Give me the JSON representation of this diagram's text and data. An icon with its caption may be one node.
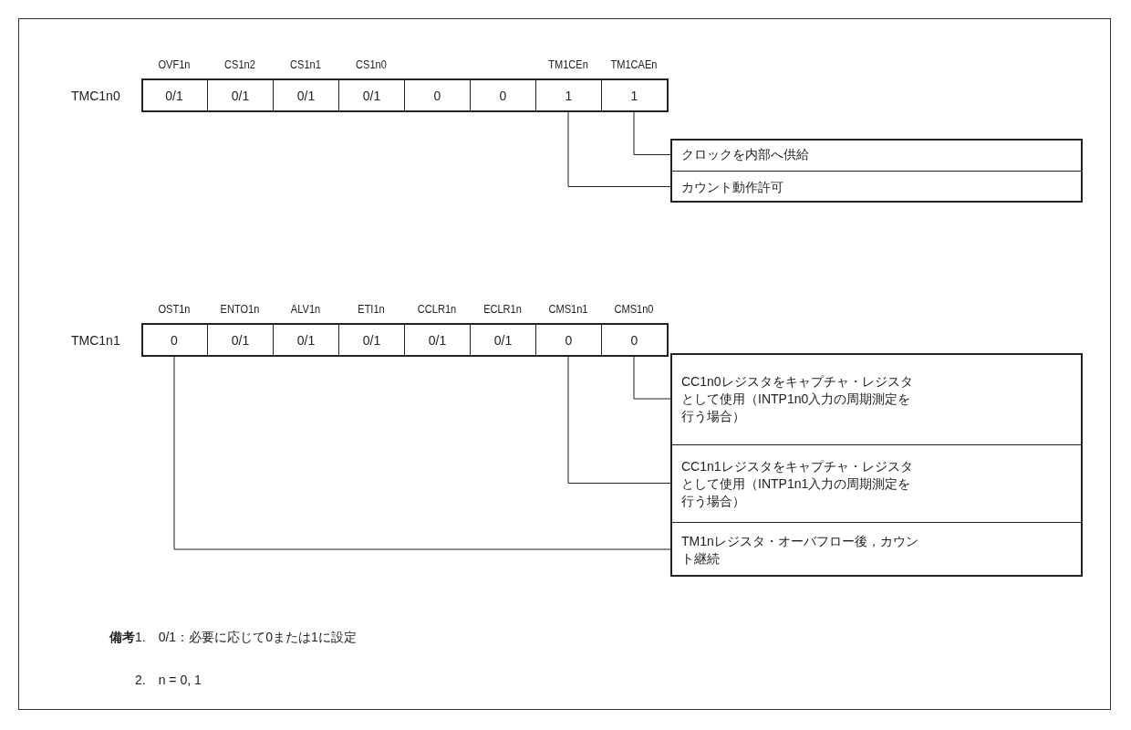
{
  "diagram": {
    "nodes": [
      {
        "text": [
          "TMC1n0"
        ]
      },
      {
        "text": [
          "0/1"
        ],
        "in": 0,
        "beside": [
          "OVF1n"
        ]
      },
      {
        "text": [
          "0/1"
        ],
        "in": 0,
        "beside": [
          "CS1n2"
        ]
      },
      {
        "text": [
          "0/1"
        ],
        "in": 0,
        "beside": [
          "CS1n1"
        ]
      },
      {
        "text": [
          "0/1"
        ],
        "in": 0,
        "beside": [
          "CS1n0"
        ]
      },
      {
        "text": [
          "0"
        ],
        "in": 0
      },
      {
        "text": [
          "0"
        ],
        "in": 0
      },
      {
        "text": [
          "1"
        ],
        "in": 0,
        "beside": [
          "TM1CEn"
        ]
      },
      {
        "text": [
          "1"
        ],
        "in": 0,
        "beside": [
          "TM1CAEn"
        ]
      },
      {
        "text": [
          "クロックを内部へ供給"
        ]
      },
      {
        "text": [
          "カウント動作許可"
        ]
      },
      {
        "text": [
          "TMC1n1"
        ]
      },
      {
        "text": [
          "0"
        ],
        "in": 11,
        "beside": [
          "OST1n"
        ]
      },
      {
        "text": [
          "0/1"
        ],
        "in": 11,
        "beside": [
          "ENTO1n"
        ]
      },
      {
        "text": [
          "0/1"
        ],
        "in": 11,
        "beside": [
          "ALV1n"
        ]
      },
      {
        "text": [
          "0/1"
        ],
        "in": 11,
        "beside": [
          "ETI1n"
        ]
      },
      {
        "text": [
          "0/1"
        ],
        "in": 11,
        "beside": [
          "CCLR1n"
        ]
      },
      {
        "text": [
          "0/1"
        ],
        "in": 11,
        "beside": [
          "ECLR1n"
        ]
      },
      {
        "text": [
          "0"
        ],
        "in": 11,
        "beside": [
          "CMS1n1"
        ]
      },
      {
        "text": [
          "0"
        ],
        "in": 11,
        "beside": [
          "CMS1n0"
        ]
      },
      {
        "text": [
          "CC1n0レジスタをキャプチャ・レジスタとして使用（INTP1n0入力の周期測定を行う場合）"
        ]
      },
      {
        "text": [
          "CC1n1レジスタをキャプチャ・レジスタとして使用（INTP1n1入力の周期測定を行う場合）"
        ]
      },
      {
        "text": [
          "TM1nレジスタ・オーバフロー後，カウント継続"
        ]
      }
    ],
    "edges": [
      {
        "from": 8,
        "to": 9,
        "arrow": "none"
      },
      {
        "from": 7,
        "to": 10,
        "arrow": "none"
      },
      {
        "from": 19,
        "to": 20,
        "arrow": "none"
      },
      {
        "from": 18,
        "to": 21,
        "arrow": "none"
      },
      {
        "from": 12,
        "to": 22,
        "arrow": "none"
      }
    ],
    "labels": [
      "**備考**1.　0/1：必要に応じて0または1に設定",
      "2.　n = 0, 1"
    ]
  }
}
